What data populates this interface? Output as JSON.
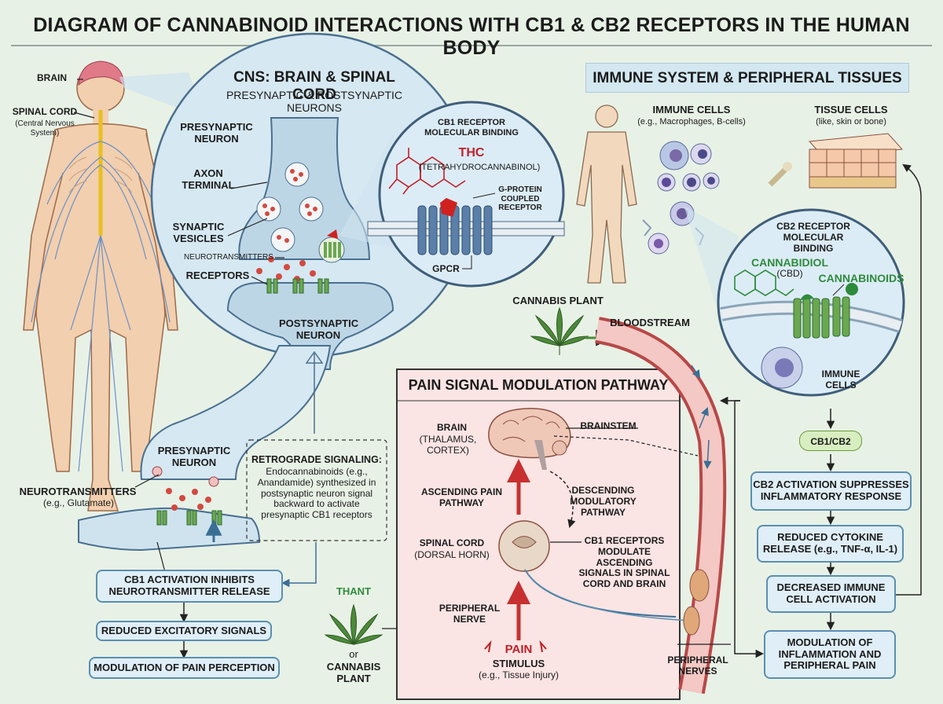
{
  "title": "DIAGRAM OF CANNABINOID INTERACTIONS WITH CB1 & CB2 RECEPTORS IN THE HUMAN BODY",
  "body_labels": {
    "brain": "BRAIN",
    "spinal_cord": "SPINAL CORD",
    "spinal_cord_sub": "(Central Nervous System)"
  },
  "cns": {
    "title": "CNS: BRAIN & SPINAL CORD",
    "subtitle": "PRESYNAPTIC & POSTSYNAPTIC NEURONS",
    "presynaptic": "PRESYNAPTIC NEURON",
    "axon": "AXON TERMINAL",
    "vesicles": "SYNAPTIC VESICLES",
    "neurotransmitters": "NEUROTRANSMITTERS",
    "receptors": "RECEPTORS",
    "postsynaptic": "POSTSYNAPTIC NEURON"
  },
  "cb1": {
    "title": "CB1 RECEPTOR MOLECULAR BINDING",
    "thc": "THC",
    "thc_full": "(TETRAHYDROCANNABINOL)",
    "gprotein": "G-PROTEIN COUPLED RECEPTOR",
    "gpcr": "GPCR"
  },
  "lower_left": {
    "presynaptic": "PRESYNAPTIC NEURON",
    "neurotransmitters": "NEUROTRANSMITTERS",
    "neurotransmitters_sub": "(e.g., Glutamate)",
    "retro_title": "RETROGRADE SIGNALING:",
    "retro_text": "Endocannabinoids (e.g., Anandamide) synthesized in postsynaptic neuron signal backward to activate presynaptic CB1 receptors",
    "flow": [
      "CB1 ACTIVATION INHIBITS NEUROTRANSMITTER RELEASE",
      "REDUCED EXCITATORY SIGNALS",
      "MODULATION OF PAIN PERCEPTION"
    ]
  },
  "plant": {
    "upper_label": "CANNABIS PLANT",
    "bloodstream": "BLOODSTREAM",
    "lower_top": "THANT",
    "lower_or": "or",
    "lower_label": "CANNABIS PLANT"
  },
  "immune": {
    "header": "IMMUNE SYSTEM & PERIPHERAL TISSUES",
    "cells": "IMMUNE CELLS",
    "cells_sub": "(e.g., Macrophages, B-cells)",
    "tissue": "TISSUE CELLS",
    "tissue_sub": "(like, skin or bone)",
    "cb2_title": "CB2 RECEPTOR MOLECULAR BINDING",
    "cbd": "CANNABIDIOL",
    "cbd_sub": "(CBD)",
    "cannabinoids": "CANNABINOIDS",
    "immune_cells": "IMMUNE CELLS",
    "badge": "CB1/CB2",
    "flow": [
      "CB2 ACTIVATION SUPPRESSES INFLAMMATORY RESPONSE",
      "REDUCED CYTOKINE RELEASE (e.g., TNF-α, IL-1)",
      "DECREASED IMMUNE CELL ACTIVATION",
      "MODULATION OF INFLAMMATION AND PERIPHERAL PAIN"
    ]
  },
  "pain": {
    "title": "PAIN SIGNAL MODULATION PATHWAY",
    "brain": "BRAIN",
    "brain_sub": "(THALAMUS, CORTEX)",
    "brainstem": "BRAINSTEM",
    "ascending": "ASCENDING PAIN PATHWAY",
    "descending": "DESCENDING MODULATORY PATHWAY",
    "spinal": "SPINAL CORD",
    "spinal_sub": "(DORSAL HORN)",
    "cb1_mod": "CB1 RECEPTORS MODULATE ASCENDING SIGNALS IN SPINAL CORD AND BRAIN",
    "peripheral": "PERIPHERAL NERVE",
    "pain_word": "PAIN",
    "stimulus": "STIMULUS",
    "stimulus_sub": "(e.g., Tissue Injury)",
    "peripheral_nerves": "PERIPHERAL NERVES"
  },
  "colors": {
    "accent_green": "#2e8b3c",
    "thc_red": "#c0202a",
    "box_fill": "#dfeef7",
    "box_border": "#5b8fb0"
  }
}
